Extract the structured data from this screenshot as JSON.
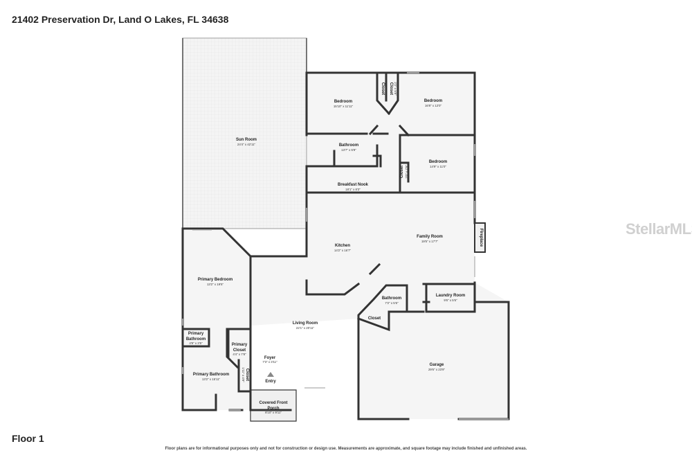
{
  "header": {
    "address": "21402 Preservation Dr, Land O Lakes, FL 34638"
  },
  "footer": {
    "floor_label": "Floor 1",
    "disclaimer": "Floor plans are for informational purposes only and not for construction or design use. Measurements are approximate, and square footage may include finished and unfinished areas."
  },
  "watermark": "StellarMLS",
  "rooms": {
    "sun_room": {
      "name": "Sun Room",
      "dim": "24'4\" x 42'11\""
    },
    "bedroom_1": {
      "name": "Bedroom",
      "dim": "15'10\" x 11'11\""
    },
    "bedroom_2": {
      "name": "Bedroom",
      "dim": "16'8\" x 12'0\""
    },
    "bedroom_3": {
      "name": "Bedroom",
      "dim": "14'9\" x 11'0\""
    },
    "closet_1": {
      "name": "Closet"
    },
    "closet_2": {
      "name": "Closet",
      "dim": "2'2\" x 5'8\""
    },
    "closet_3": {
      "name": "Closet",
      "dim": "2'0\" x 7'9\""
    },
    "bathroom_1": {
      "name": "Bathroom",
      "dim": "13'7\" x 5'9\""
    },
    "breakfast_nook": {
      "name": "Breakfast Nook",
      "dim": "18'1\" x 8'3\""
    },
    "family_room": {
      "name": "Family Room",
      "dim": "19'5\" x 17'7\""
    },
    "fireplace": {
      "name": "Fireplace"
    },
    "kitchen": {
      "name": "Kitchen",
      "dim": "14'2\" x 16'7\""
    },
    "primary_bedroom": {
      "name": "Primary Bedroom",
      "dim": "13'2\" x 19'5\""
    },
    "bathroom_2": {
      "name": "Bathroom",
      "dim": "7'2\" x 5'6\""
    },
    "laundry": {
      "name": "Laundry Room",
      "dim": "9'6\" x 5'6\""
    },
    "closet_4": {
      "name": "Closet"
    },
    "living_room": {
      "name": "Living Room",
      "dim": "22'1\" x 20'11\""
    },
    "primary_bathroom_small": {
      "name_1": "Primary",
      "name_2": "Bathroom",
      "dim": "4'9\" x 3'5\""
    },
    "primary_closet": {
      "name_1": "Primary",
      "name_2": "Closet",
      "dim": "4'4\" x 7'8\""
    },
    "foyer": {
      "name": "Foyer",
      "dim": "7'3\" x 3'11\""
    },
    "entry": {
      "name": "Entry"
    },
    "primary_bathroom": {
      "name": "Primary Bathroom",
      "dim": "13'2\" x 15'11\""
    },
    "closet_5": {
      "name": "Closet",
      "dim": "1'11\" x 4'8\""
    },
    "garage": {
      "name": "Garage",
      "dim": "29'6\" x 23'9\""
    },
    "porch": {
      "name_1": "Covered Front",
      "name_2": "Porch",
      "dim": "8'10\" x 9'11\""
    }
  }
}
